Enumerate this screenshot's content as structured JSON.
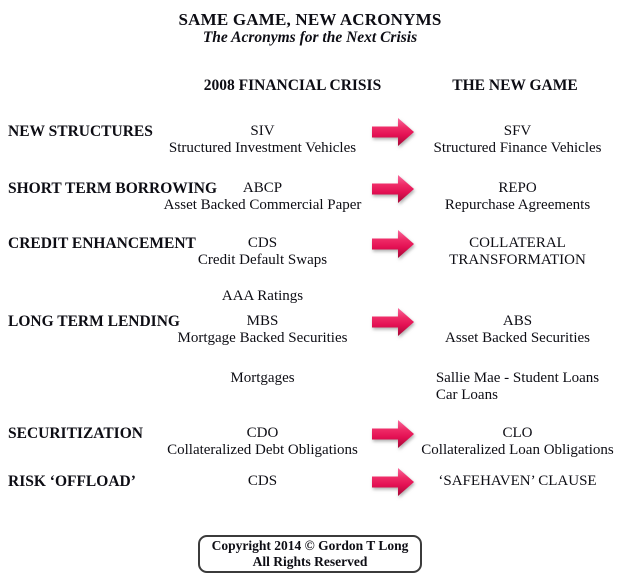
{
  "header": {
    "title": "SAME GAME, NEW ACRONYMS",
    "subtitle": "The Acronyms for the Next Crisis",
    "col_old": "2008 FINANCIAL CRISIS",
    "col_new": "THE NEW GAME"
  },
  "arrow": {
    "icon": "right-arrow",
    "color_light": "#f8689c",
    "color_main": "#ed1c5b",
    "color_dark": "#a30936"
  },
  "rows": [
    {
      "label": "NEW STRUCTURES",
      "old1": "SIV",
      "old2": "Structured Investment Vehicles",
      "new1": "SFV",
      "new2": "Structured Finance Vehicles"
    },
    {
      "label": "SHORT TERM BORROWING",
      "old1": "ABCP",
      "old2": "Asset Backed Commercial Paper",
      "new1": "REPO",
      "new2": "Repurchase Agreements"
    },
    {
      "label": "CREDIT ENHANCEMENT",
      "old1": "CDS",
      "old2": "Credit Default Swaps",
      "new1": "COLLATERAL",
      "new2": "TRANSFORMATION"
    },
    {
      "label": "",
      "old1": "AAA Ratings",
      "old2": "",
      "new1": "",
      "new2": ""
    },
    {
      "label": "LONG TERM LENDING",
      "old1": "MBS",
      "old2": "Mortgage Backed Securities",
      "new1": "ABS",
      "new2": "Asset Backed Securities"
    },
    {
      "label": "",
      "old1": "Mortgages",
      "old2": "",
      "new1": "Sallie Mae - Student Loans",
      "new2": "Car Loans"
    },
    {
      "label": "SECURITIZATION",
      "old1": "CDO",
      "old2": "Collateralized Debt Obligations",
      "new1": "CLO",
      "new2": "Collateralized Loan Obligations"
    },
    {
      "label": "RISK ‘OFFLOAD’",
      "old1": "CDS",
      "old2": "",
      "new1": "‘SAFEHAVEN’ CLAUSE",
      "new2": ""
    }
  ],
  "footer": {
    "line1": "Copyright 2014 © Gordon T Long",
    "line2": "All Rights Reserved"
  }
}
